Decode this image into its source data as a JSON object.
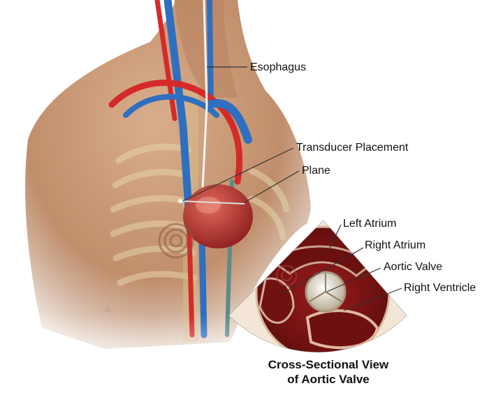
{
  "labels": {
    "esophagus": "Esophagus",
    "transducer_placement": "Transducer Placement",
    "plane": "Plane",
    "left_atrium": "Left Atrium",
    "right_atrium": "Right Atrium",
    "aortic_valve": "Aortic Valve",
    "right_ventricle": "Right Ventricle"
  },
  "caption": {
    "line1": "Cross-Sectional View",
    "line2": "of Aortic Valve"
  },
  "colors": {
    "skin": "#c89a78",
    "skin_dark": "#9a6a4c",
    "artery": "#d42a2a",
    "vein": "#2f6fc0",
    "heart": "#b3302e",
    "tissue": "#7a1414",
    "valve": "#e8dcc4",
    "bone": "#e2d2a8"
  }
}
